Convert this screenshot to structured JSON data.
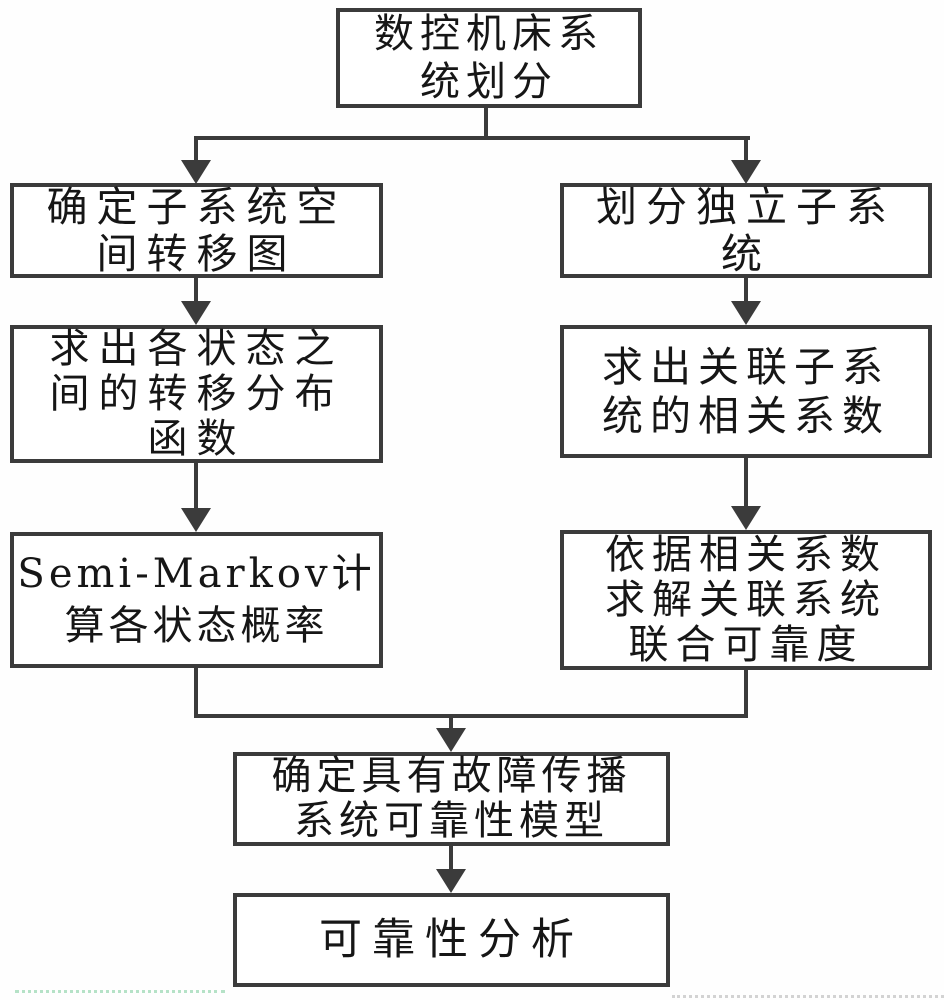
{
  "diagram": {
    "type": "flowchart",
    "colors": {
      "line": "#3b3b3b",
      "text": "#161616",
      "background": "#fefefe"
    },
    "nodes": [
      {
        "id": "system-division",
        "lines": [
          "数控机床系",
          "统划分"
        ]
      },
      {
        "id": "subsystem-space-transition-diagram",
        "lines": [
          "确定子系统空",
          "间转移图"
        ]
      },
      {
        "id": "independent-subsystem-partition",
        "lines": [
          "划分独立子系",
          "统"
        ]
      },
      {
        "id": "state-transition-distribution-function",
        "lines": [
          "求出各状态之",
          "间的转移分布",
          "函数"
        ]
      },
      {
        "id": "related-subsystem-correlation-coefficient",
        "lines": [
          "求出关联子系",
          "统的相关系数"
        ]
      },
      {
        "id": "semi-markov-state-probability",
        "lines": [
          "Semi-Markov计",
          "算各状态概率"
        ]
      },
      {
        "id": "joint-reliability-of-related-systems",
        "lines": [
          "依据相关系数",
          "求解关联系统",
          "联合可靠度"
        ]
      },
      {
        "id": "fault-propagation-reliability-model",
        "lines": [
          "确定具有故障传播",
          "系统可靠性模型"
        ]
      },
      {
        "id": "reliability-analysis",
        "lines": [
          "可靠性分析"
        ]
      }
    ]
  }
}
